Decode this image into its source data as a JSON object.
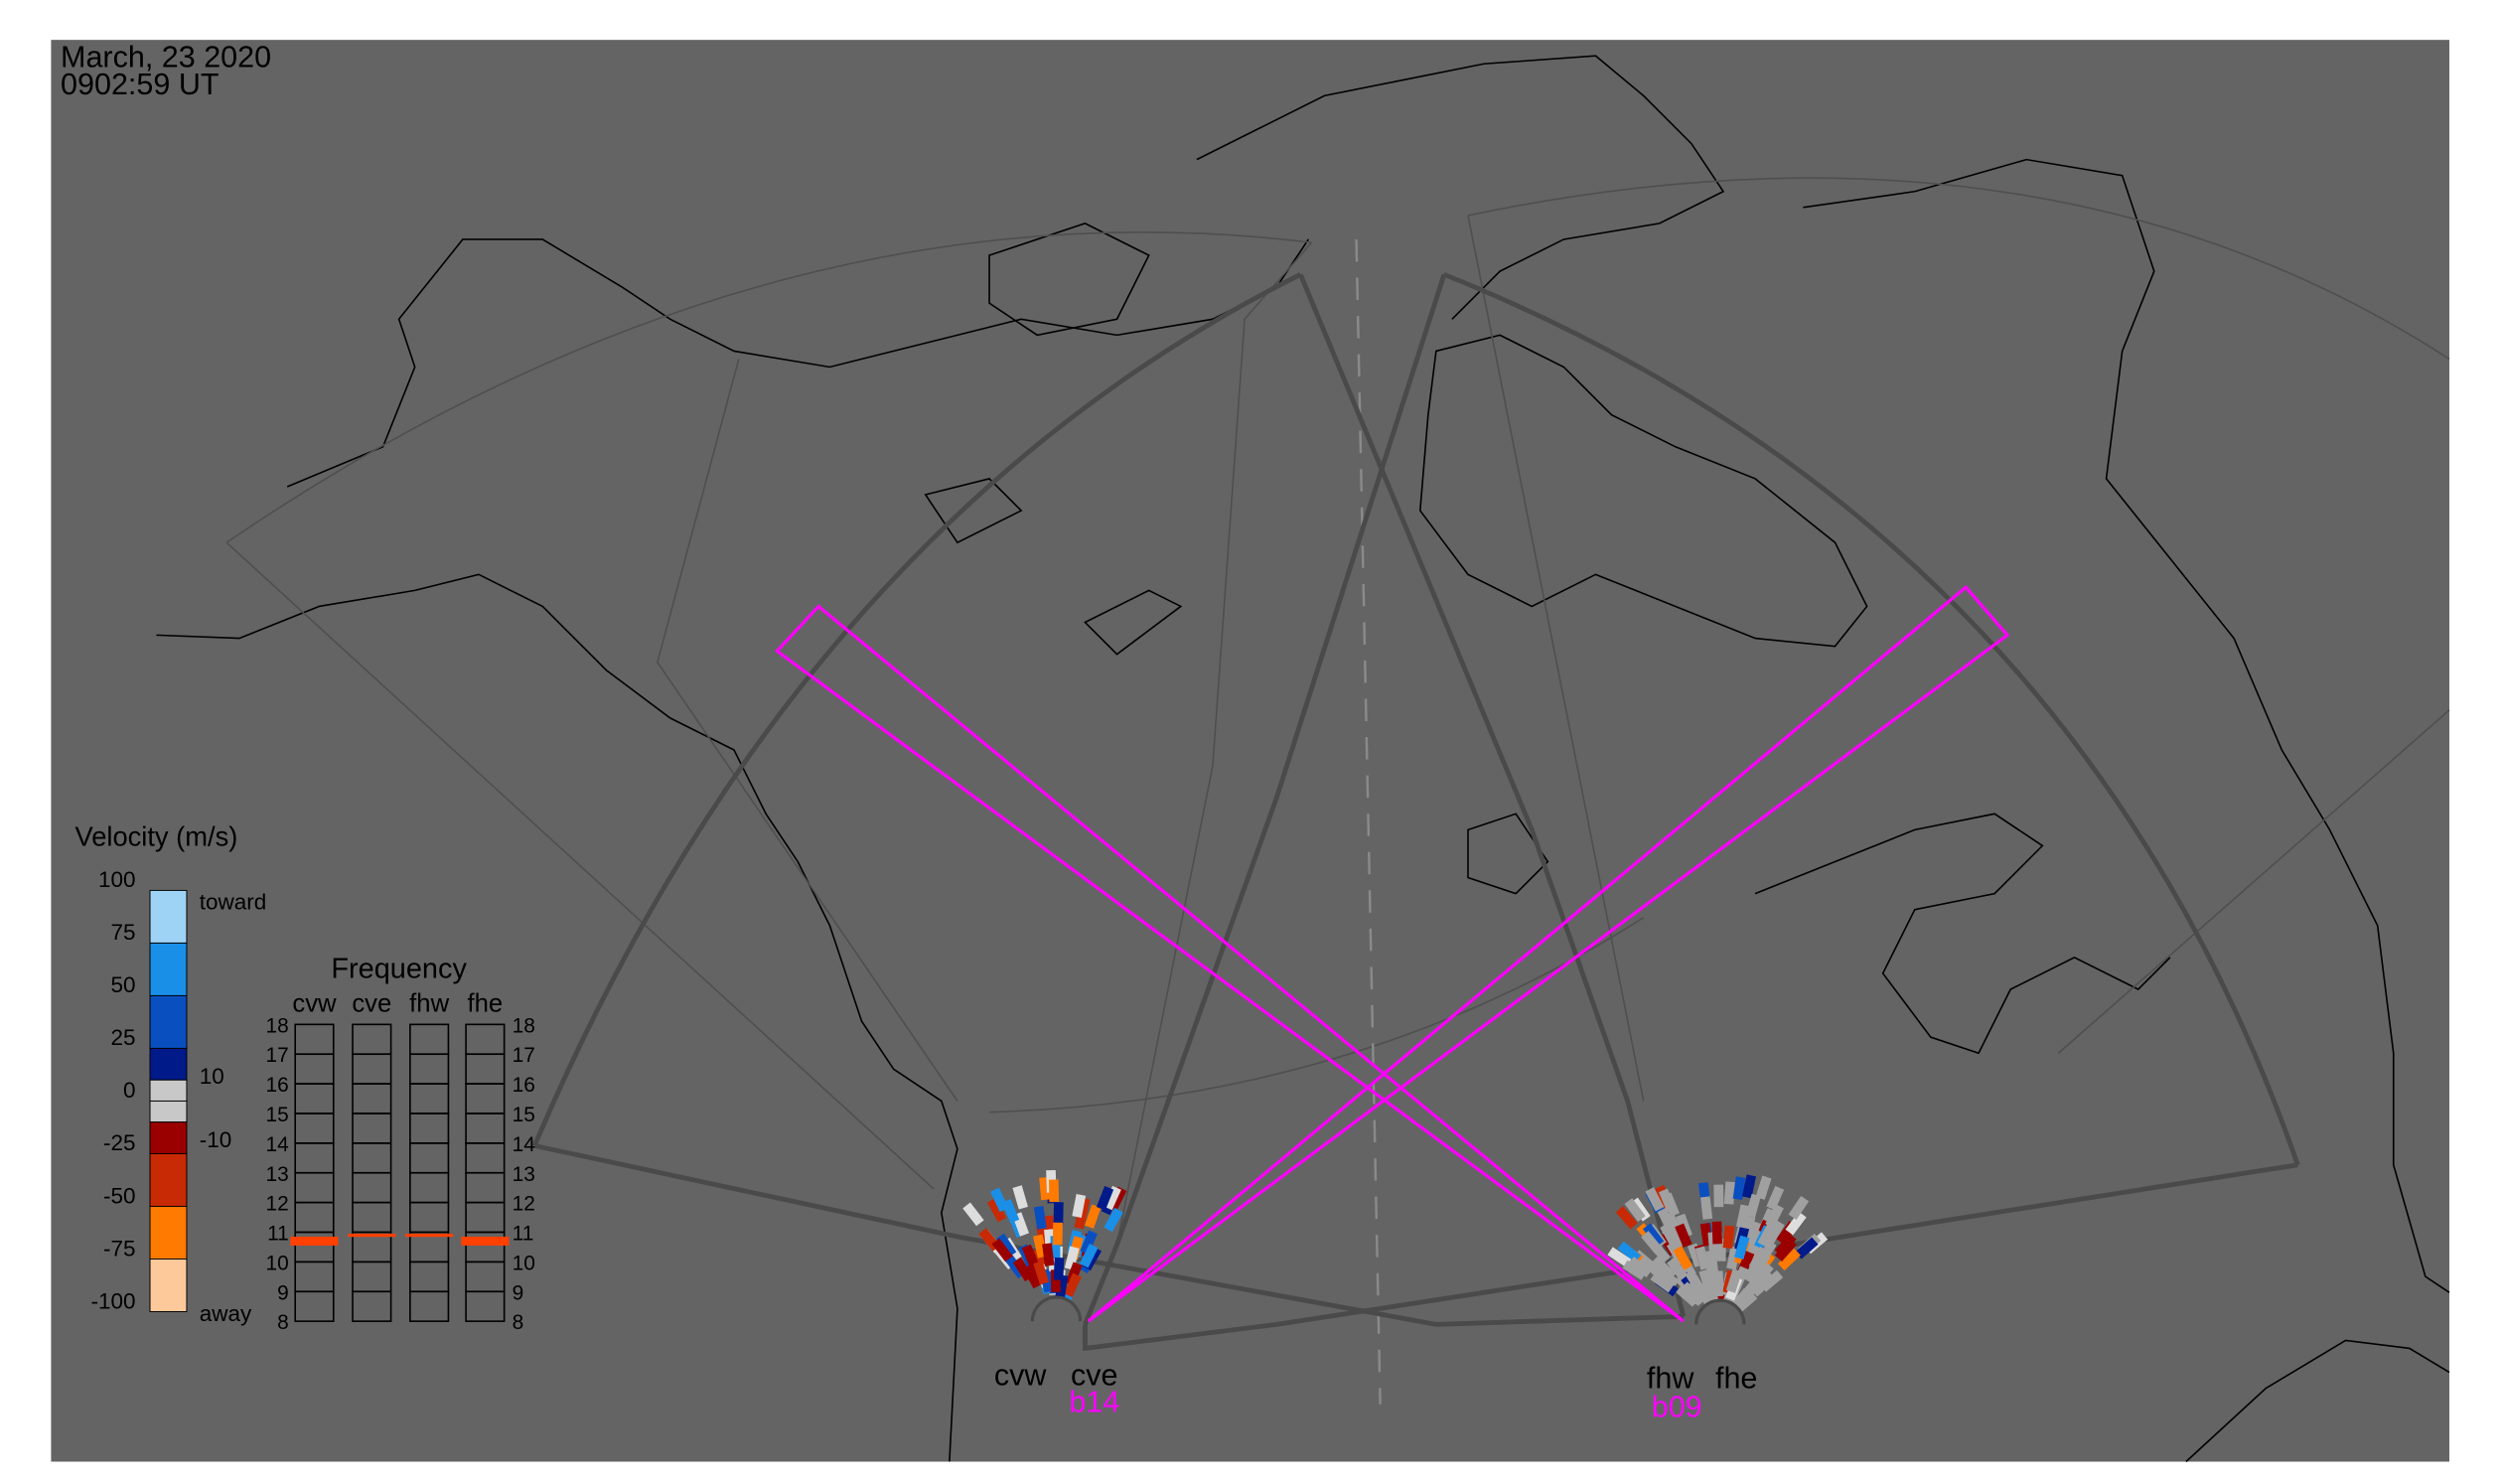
{
  "header": {
    "date": "March, 23 2020",
    "time": "0902:59 UT"
  },
  "colorbar": {
    "title": "Velocity (m/s)",
    "ticks": [
      "100",
      "75",
      "50",
      "25",
      "0",
      "-25",
      "-50",
      "-75",
      "-100"
    ],
    "tick_values": [
      100,
      75,
      50,
      25,
      0,
      -25,
      -50,
      -75,
      -100
    ],
    "toward_label": "toward",
    "away_label": "away",
    "inner_labels": [
      "10",
      "-10"
    ],
    "segments": [
      {
        "from": 100,
        "to": 75,
        "color": "#9fd3f5"
      },
      {
        "from": 75,
        "to": 50,
        "color": "#1a8fe8"
      },
      {
        "from": 50,
        "to": 25,
        "color": "#0a4fc0"
      },
      {
        "from": 25,
        "to": 10,
        "color": "#001a8a"
      },
      {
        "from": 10,
        "to": 0,
        "color": "#c8c8c8"
      },
      {
        "from": 0,
        "to": -10,
        "color": "#c8c8c8"
      },
      {
        "from": -10,
        "to": -25,
        "color": "#9a0000"
      },
      {
        "from": -25,
        "to": -50,
        "color": "#c72a05"
      },
      {
        "from": -50,
        "to": -75,
        "color": "#ff7a00"
      },
      {
        "from": -75,
        "to": -100,
        "color": "#fdc99a"
      }
    ]
  },
  "frequency": {
    "title": "Frequency",
    "columns": [
      "cvw",
      "cve",
      "fhw",
      "fhe"
    ],
    "rows": [
      "18",
      "17",
      "16",
      "15",
      "14",
      "13",
      "12",
      "11",
      "10",
      "9",
      "8"
    ],
    "row_values": [
      18,
      17,
      16,
      15,
      14,
      13,
      12,
      11,
      10,
      9,
      8
    ],
    "highlights": [
      {
        "column": "cvw",
        "low": 10.55,
        "high": 10.85
      },
      {
        "column": "cve",
        "low": 10.88,
        "high": 10.95
      },
      {
        "column": "fhw",
        "low": 10.88,
        "high": 10.95
      },
      {
        "column": "fhe",
        "low": 10.55,
        "high": 10.85
      }
    ],
    "highlight_color": "#ff4000"
  },
  "radars": [
    {
      "west": "cvw",
      "east": "cve",
      "beam": "b14"
    },
    {
      "west": "fhw",
      "east": "fhe",
      "beam": "b09"
    }
  ],
  "colors": {
    "map_bg": "#646464",
    "fov": "#4a4a4a",
    "beam": "#ff00ff",
    "coast": "#000000"
  }
}
